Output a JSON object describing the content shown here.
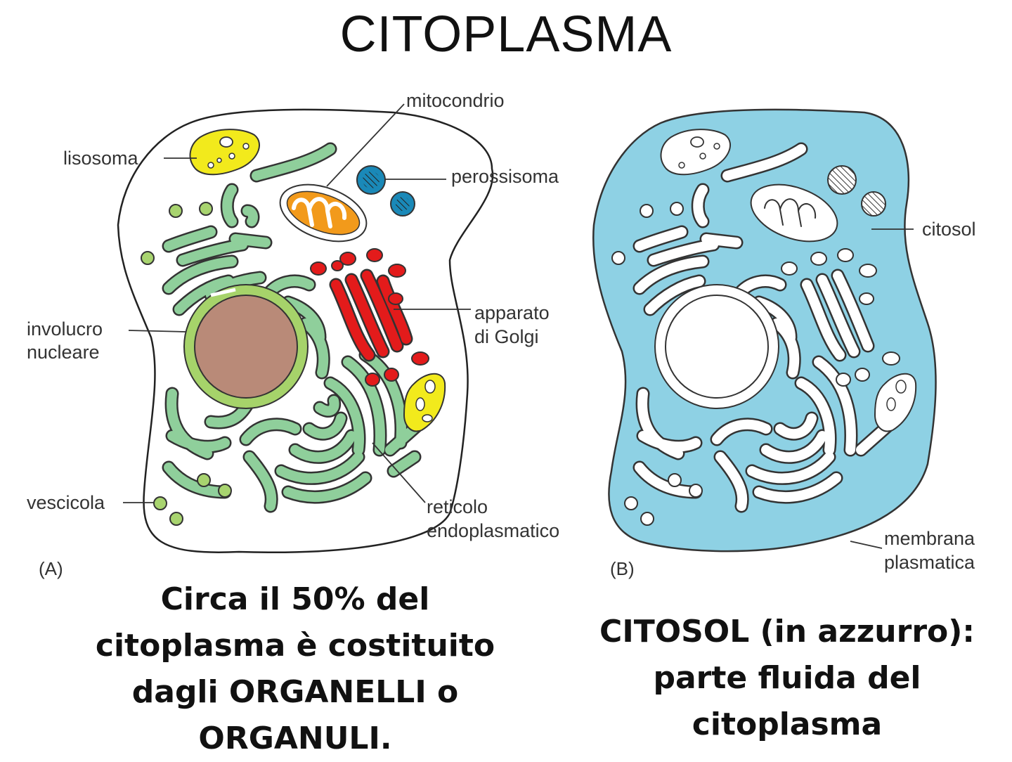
{
  "title": "CITOPLASMA",
  "panels": {
    "a": "(A)",
    "b": "(B)"
  },
  "labels": {
    "lisosoma": "lisosoma",
    "mitocondrio": "mitocondrio",
    "perossisoma": "perossisoma",
    "involucro_1": "involucro",
    "involucro_2": "nucleare",
    "apparato_1": "apparato",
    "apparato_2": "di Golgi",
    "vescicola": "vescicola",
    "reticolo_1": "reticolo",
    "reticolo_2": "endoplasmatico",
    "citosol": "citosol",
    "membrana_1": "membrana",
    "membrana_2": "plasmatica"
  },
  "captions": {
    "left": [
      "Circa il 50% del",
      "citoplasma è costituito",
      "dagli ORGANELLI o",
      "ORGANULI."
    ],
    "right": [
      "CITOSOL (in azzurro):",
      "parte fluida del",
      "citoplasma"
    ]
  },
  "colors": {
    "er_green": "#8fcf9b",
    "nucleus_brown": "#b98a78",
    "envelope_green": "#a6d36a",
    "golgi_red": "#e31b1b",
    "lysosome_yellow": "#f2ea1c",
    "mito_orange": "#f29a1b",
    "peroxisome_blue": "#1a89b8",
    "cytosol_blue": "#8ed1e4",
    "vesicle_green": "#a8d46f"
  }
}
